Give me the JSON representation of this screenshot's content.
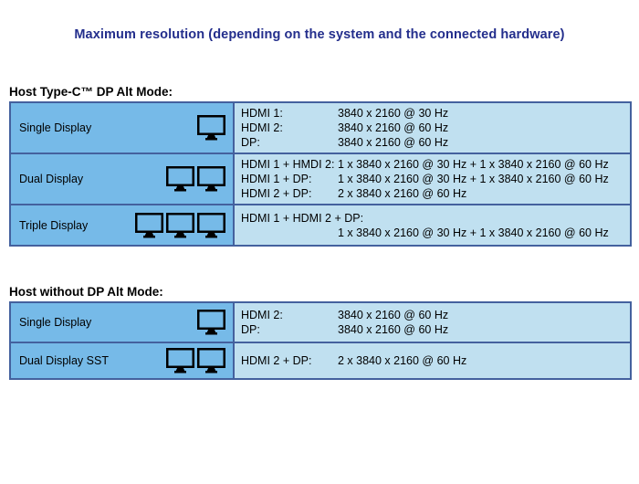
{
  "page": {
    "title": "Maximum resolution (depending on the system and the connected hardware)"
  },
  "colors": {
    "title_color": "#232e8c",
    "table_border": "#44619e",
    "left_cell_bg": "#76bae8",
    "right_cell_bg": "#c0e0f0",
    "text_color": "#000000"
  },
  "icons": {
    "monitor": "monitor-icon"
  },
  "sections": [
    {
      "heading": "Host Type-C™ DP Alt Mode:",
      "rows": [
        {
          "label": "Single Display",
          "monitor_count": 1,
          "entries": [
            {
              "port": "HDMI 1:",
              "value": "3840 x 2160 @ 30 Hz"
            },
            {
              "port": "HDMI 2:",
              "value": "3840 x 2160 @ 60 Hz"
            },
            {
              "port": "DP:",
              "value": "3840 x 2160 @ 60 Hz"
            }
          ]
        },
        {
          "label": "Dual Display",
          "monitor_count": 2,
          "entries": [
            {
              "port": "HDMI 1 + HMDI 2:",
              "value": "1 x 3840 x 2160 @ 30 Hz + 1 x 3840 x 2160 @ 60 Hz"
            },
            {
              "port": "HDMI 1 + DP:",
              "value": "1 x 3840 x 2160 @ 30 Hz + 1 x 3840 x 2160 @ 60 Hz"
            },
            {
              "port": "HDMI 2 + DP:",
              "value": "2 x 3840 x 2160 @ 60 Hz"
            }
          ]
        },
        {
          "label": "Triple Display",
          "monitor_count": 3,
          "entries": [
            {
              "port": "HDMI 1 + HDMI 2 + DP:",
              "value": ""
            },
            {
              "port": "",
              "value": "1 x 3840 x 2160 @ 30 Hz + 1 x 3840 x 2160 @ 60 Hz"
            }
          ]
        }
      ]
    },
    {
      "heading": "Host without DP Alt Mode:",
      "rows": [
        {
          "label": "Single Display",
          "monitor_count": 1,
          "entries": [
            {
              "port": "HDMI 2:",
              "value": "3840 x 2160 @ 60 Hz"
            },
            {
              "port": "DP:",
              "value": "3840 x 2160 @ 60 Hz"
            }
          ]
        },
        {
          "label": "Dual Display SST",
          "monitor_count": 2,
          "entries": [
            {
              "port": "HDMI 2 + DP:",
              "value": "2 x 3840 x 2160 @ 60 Hz"
            }
          ]
        }
      ]
    }
  ]
}
